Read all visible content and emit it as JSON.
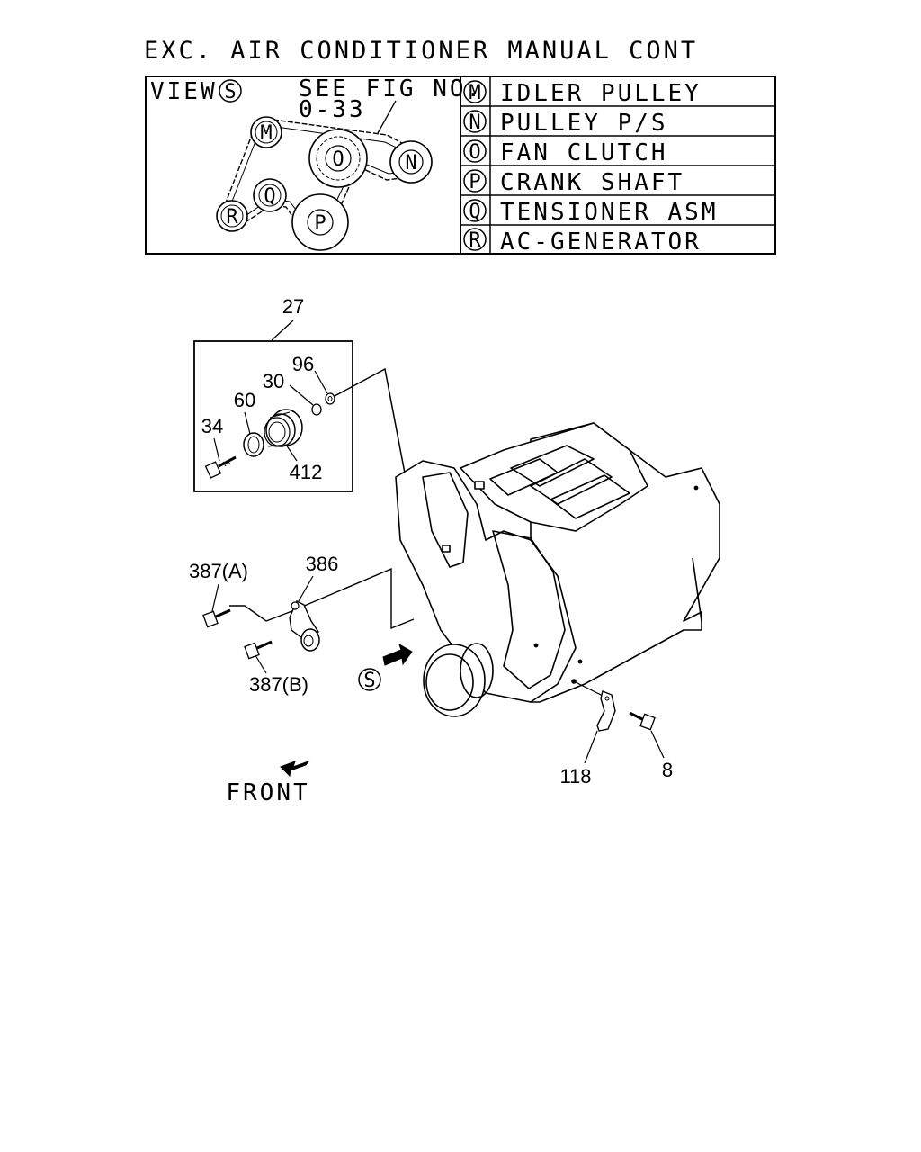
{
  "title": "EXC. AIR CONDITIONER MANUAL CONT",
  "view_box": {
    "view_label": "VIEW",
    "view_letter": "S",
    "see_fig_line1": "SEE FIG NO.",
    "see_fig_line2": "0-33",
    "pulleys": [
      "M",
      "N",
      "O",
      "P",
      "Q",
      "R"
    ]
  },
  "legend": [
    {
      "letter": "M",
      "name": "IDLER PULLEY"
    },
    {
      "letter": "N",
      "name": "PULLEY P/S"
    },
    {
      "letter": "O",
      "name": "FAN CLUTCH"
    },
    {
      "letter": "P",
      "name": "CRANK SHAFT"
    },
    {
      "letter": "Q",
      "name": "TENSIONER ASM"
    },
    {
      "letter": "R",
      "name": "AC-GENERATOR"
    }
  ],
  "callouts": {
    "c27": "27",
    "c96": "96",
    "c30": "30",
    "c60": "60",
    "c34": "34",
    "c412": "412",
    "c387a": "387(A)",
    "c386": "386",
    "c387b": "387(B)",
    "c118": "118",
    "c8": "8"
  },
  "view_arrow_letter": "S",
  "front_label": "FRONT"
}
